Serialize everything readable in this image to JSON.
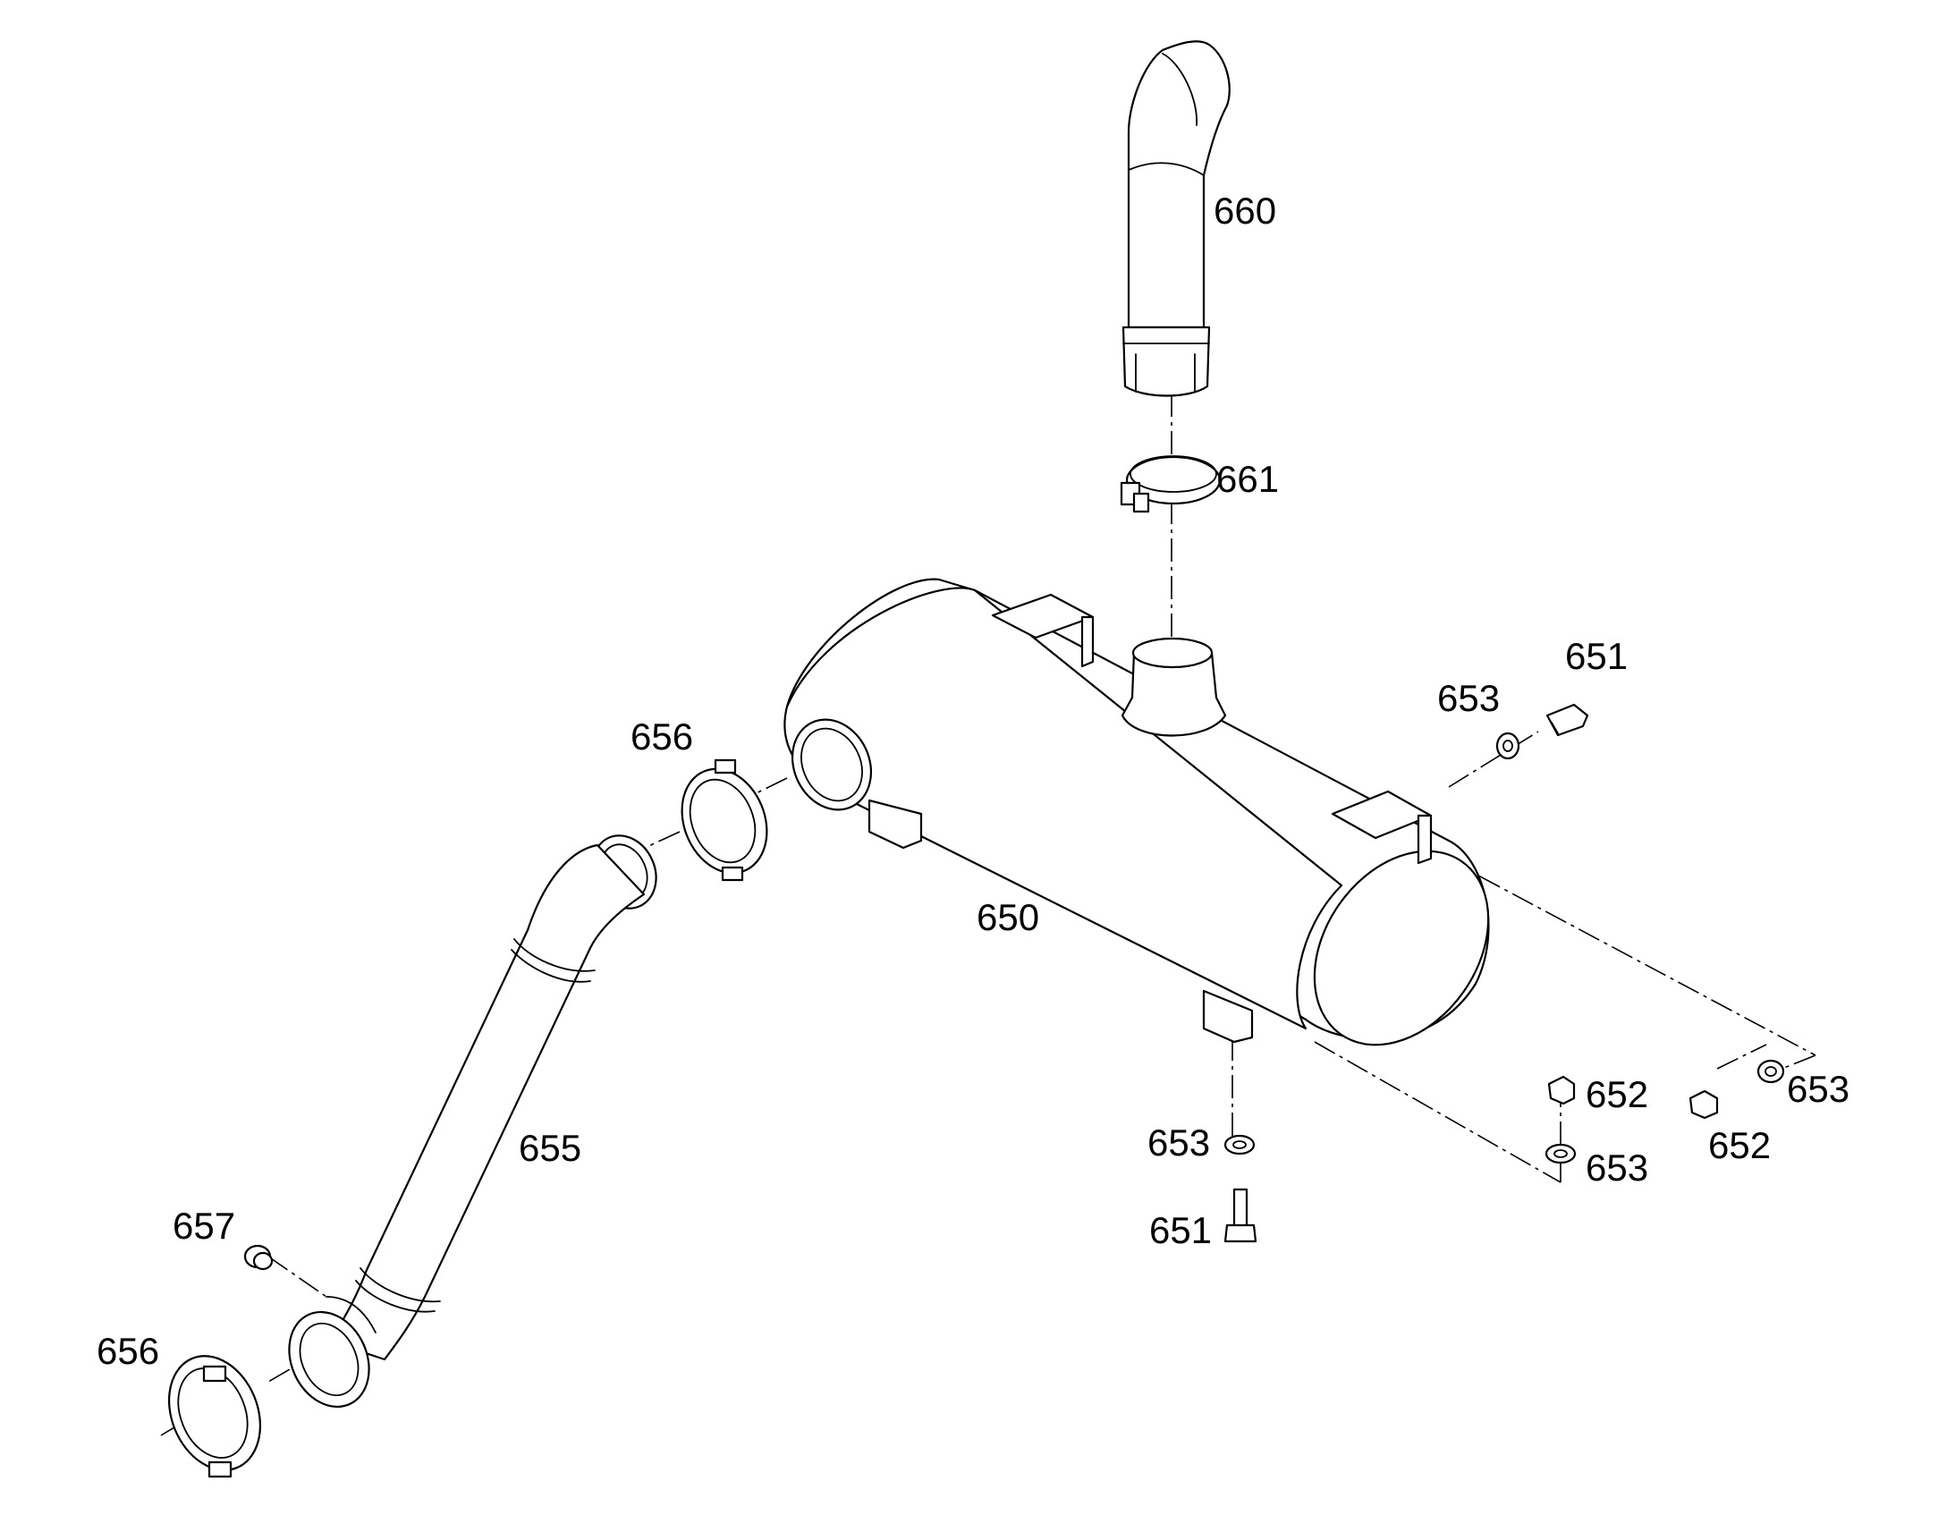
{
  "callouts": {
    "tailpipe": "660",
    "tailpipe_clamp": "661",
    "muffler": "650",
    "bolt_top": "651",
    "washer_top": "653",
    "inlet_clamp_upper": "656",
    "exhaust_pipe": "655",
    "plug": "657",
    "inlet_clamp_lower": "656",
    "washer_bottom": "653",
    "bolt_bottom": "651",
    "nut_middle": "652",
    "washer_middle": "653",
    "nut_right": "652",
    "washer_right": "653"
  }
}
